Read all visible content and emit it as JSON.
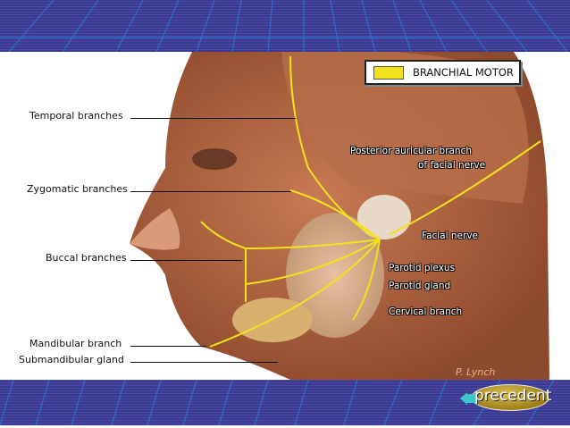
{
  "legend": {
    "label": "BRANCHIAL MOTOR",
    "color": "#f2e21c"
  },
  "labels_left": [
    "Temporal branches",
    "Zygomatic branches",
    "Buccal branches",
    "Mandibular branch",
    "Submandibular gland"
  ],
  "labels_right": {
    "posterior_auricular_1": "Posterior auricular branch",
    "posterior_auricular_2": "of facial nerve",
    "facial_nerve": "Facial nerve",
    "parotid_plexus": "Parotid plexus",
    "parotid_gland": "Parotid gland",
    "cervical_branch": "Cervical branch"
  },
  "signature": "P. Lynch",
  "nav": {
    "previous_label": "precedent"
  },
  "colors": {
    "band": "#3b3a8e",
    "nerve": "#f2e21c"
  }
}
